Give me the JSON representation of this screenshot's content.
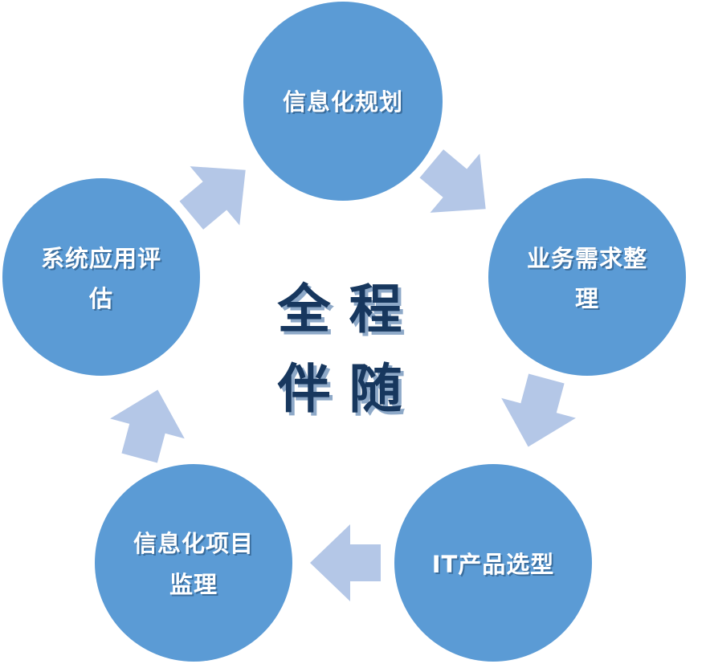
{
  "diagram": {
    "center": {
      "line1": "全 程",
      "line2": "伴 随"
    },
    "nodes": [
      {
        "id": "planning",
        "lines": [
          "信息化规划"
        ]
      },
      {
        "id": "requirements",
        "lines": [
          "业务需求整",
          "理"
        ]
      },
      {
        "id": "selection",
        "lines": [
          "IT产品选型"
        ]
      },
      {
        "id": "supervision",
        "lines": [
          "信息化项目",
          "监理"
        ]
      },
      {
        "id": "evaluation",
        "lines": [
          "系统应用评",
          "估"
        ]
      }
    ],
    "colors": {
      "node": "#5b9bd5",
      "arrow": "#b4c7e7",
      "center_text": "#17375e"
    }
  }
}
